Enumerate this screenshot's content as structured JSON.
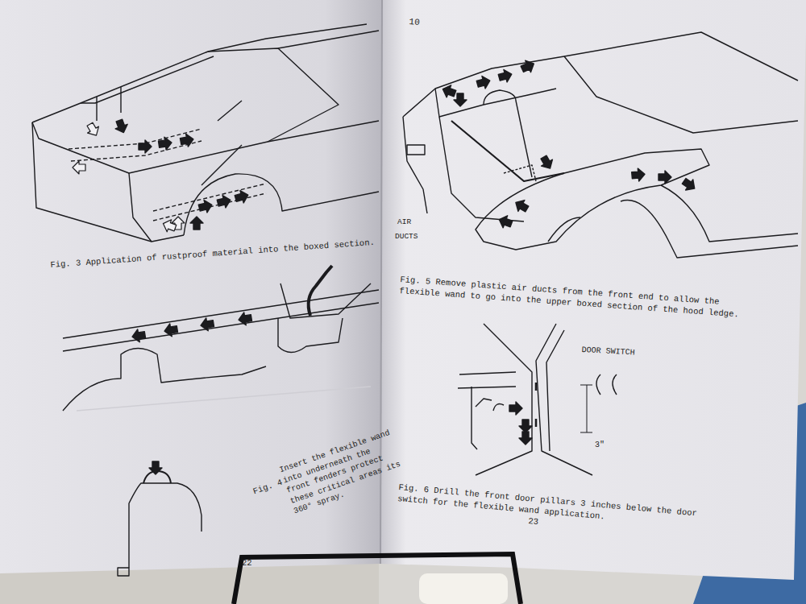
{
  "diagram": {
    "labels": [
      "10",
      "Fig. 3 Application of rustproof material into the boxed section.",
      "Fig. 4",
      "Insert the flexible wand into underneath the front fenders protect these critical areas its 360° spray.",
      "22",
      "AIR",
      "DUCTS",
      "Fig. 5 Remove plastic air ducts from the front end to allow the flexible wand to go into the upper boxed section of the hood ledge.",
      "DOOR SWITCH",
      "3\"",
      "Fig. 6 Drill the front door pillars 3 inches below the door switch for the flexible wand application.",
      "23"
    ]
  }
}
